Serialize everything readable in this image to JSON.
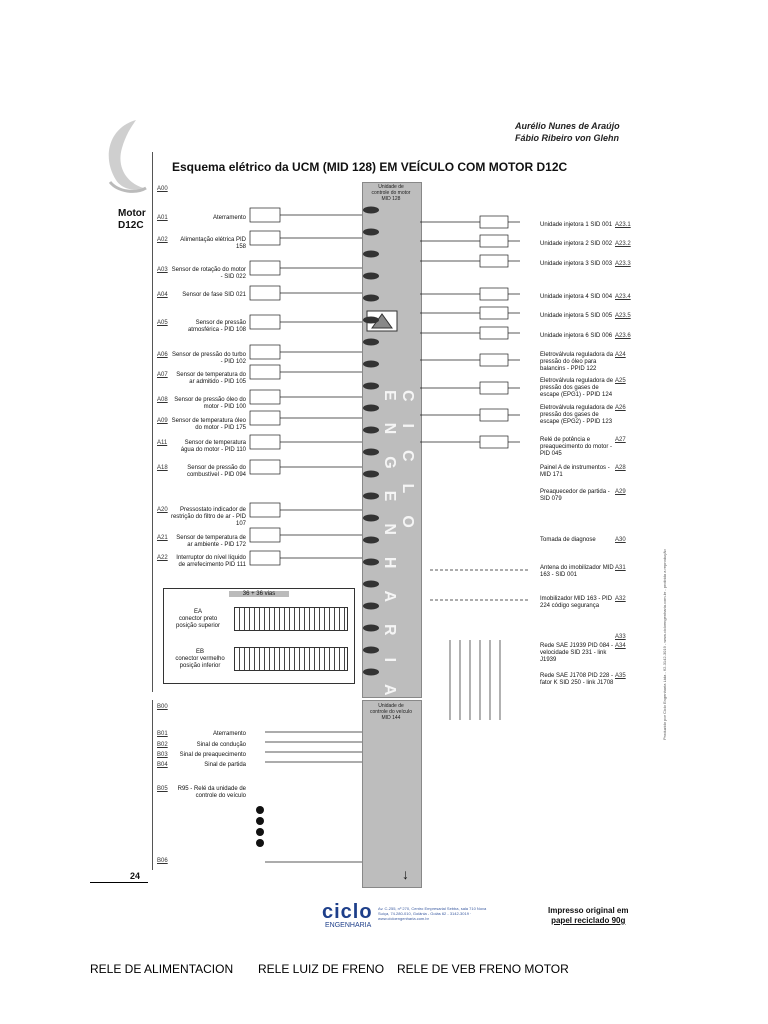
{
  "authors": [
    "Aurélio Nunes de Araújo",
    "Fábio Ribeiro von Glehn"
  ],
  "title": "Esquema elétrico da UCM (MID 128) EM VEÍCULO COM MOTOR D12C",
  "motor_label": [
    "Motor",
    "D12C"
  ],
  "ucm_motor": [
    "Unidade de",
    "controle do motor",
    "MID 128"
  ],
  "ucm_vehicle": [
    "Unidade de",
    "controle do veículo",
    "MID 144"
  ],
  "watermark": "CICLO ENGENHARIA",
  "left_items": [
    {
      "code": "A00",
      "label": ""
    },
    {
      "code": "A01",
      "label": "Aterramento"
    },
    {
      "code": "A02",
      "label": "Alimentação elétrica PID 158"
    },
    {
      "code": "A03",
      "label": "Sensor de rotação do motor - SID 022"
    },
    {
      "code": "A04",
      "label": "Sensor de fase SID 021"
    },
    {
      "code": "A05",
      "label": "Sensor de pressão atmosférica - PID 108"
    },
    {
      "code": "A06",
      "label": "Sensor de pressão do turbo - PID 102"
    },
    {
      "code": "A07",
      "label": "Sensor de temperatura do ar admitido - PID 105"
    },
    {
      "code": "A08",
      "label": "Sensor de pressão óleo do motor - PID 100"
    },
    {
      "code": "A09",
      "label": "Sensor de temperatura óleo do motor - PID 175"
    },
    {
      "code": "A11",
      "label": "Sensor de temperatura água do motor - PID 110"
    },
    {
      "code": "A18",
      "label": "Sensor de pressão do combustível - PID 094"
    },
    {
      "code": "A20",
      "label": "Pressostato indicador de restrição do filtro de ar - PID 107"
    },
    {
      "code": "A21",
      "label": "Sensor de temperatura de ar ambiente - PID 172"
    },
    {
      "code": "A22",
      "label": "Interruptor do nível líquido de arrefecimento PID 111"
    }
  ],
  "right_items": [
    {
      "code": "A23.1",
      "label": "Unidade injetora 1 SID 001"
    },
    {
      "code": "A23.2",
      "label": "Unidade injetora 2 SID 002"
    },
    {
      "code": "A23.3",
      "label": "Unidade injetora 3 SID 003"
    },
    {
      "code": "A23.4",
      "label": "Unidade injetora 4 SID 004"
    },
    {
      "code": "A23.5",
      "label": "Unidade injetora 5 SID 005"
    },
    {
      "code": "A23.6",
      "label": "Unidade injetora 6 SID 006"
    },
    {
      "code": "A24",
      "label": "Eletroválvula reguladora da pressão do óleo para balancins - PPID 122"
    },
    {
      "code": "A25",
      "label": "Eletroválvula reguladora de pressão dos gases de escape (EPG1) - PPID 124"
    },
    {
      "code": "A26",
      "label": "Eletroválvula reguladora de pressão dos gases de escape (EPG2) - PPID 123"
    },
    {
      "code": "A27",
      "label": "Relé de potência e preaquecimento do motor - PID 045"
    },
    {
      "code": "A28",
      "label": "Painel A de instrumentos - MID 171"
    },
    {
      "code": "A29",
      "label": "Preaquecedor de partida - SID 079"
    },
    {
      "code": "A30",
      "label": "Tomada de diagnose"
    },
    {
      "code": "A31",
      "label": "Antena do imobilizador MID 163 - SID 001"
    },
    {
      "code": "A32",
      "label": "Imobilizador MID 163 - PID 224 código segurança"
    },
    {
      "code": "A33",
      "label": ""
    },
    {
      "code": "A34",
      "label": "Rede SAE J1939 PID 084 - velocidade SID 231 - link J1939"
    },
    {
      "code": "A35",
      "label": "Rede SAE J1708 PID 228 - fator K SID 250 - link J1708"
    }
  ],
  "connector_box": {
    "header": "36 + 36 vias",
    "ea": [
      "EA",
      "conector preto",
      "posição superior"
    ],
    "eb": [
      "EB",
      "conector vermelho",
      "posição inferior"
    ]
  },
  "bottom_items": [
    {
      "code": "B00",
      "label": ""
    },
    {
      "code": "B01",
      "label": "Aterramento"
    },
    {
      "code": "B02",
      "label": "Sinal de condução"
    },
    {
      "code": "B03",
      "label": "Sinal de preaquecimento"
    },
    {
      "code": "B04",
      "label": "Sinal de partida"
    },
    {
      "code": "B05",
      "label": "R95 - Relé da unidade de controle do veículo"
    },
    {
      "code": "B06",
      "label": ""
    }
  ],
  "page_number": "24",
  "logo": {
    "name": "ciclo",
    "sub": "ENGENHARIA"
  },
  "address": "Av. C-255, nº 270, Centro Empresarial Sebba, sala 710 Nova Suíça, 74.280-010, Goiânia - Goiás 62 - 3142-3019 · www.cicloengenharia.com.br",
  "print_note": [
    "Impresso original em",
    "papel reciclado 90g"
  ],
  "vertical_note": "Produzido por Ciclo Engenharia Ltda - 62-3142-3019 - www.cicloengenharia.com.br - proibida a reprodução",
  "bottom_captions": [
    "RELE DE ALIMENTACION",
    "RELE LUIZ DE FRENO",
    "RELE DE VEB FRENO MOTOR"
  ],
  "colors": {
    "ucm_fill": "#bdbdbd",
    "logo_blue": "#1e3f8a",
    "pin_fill": "#333333"
  }
}
